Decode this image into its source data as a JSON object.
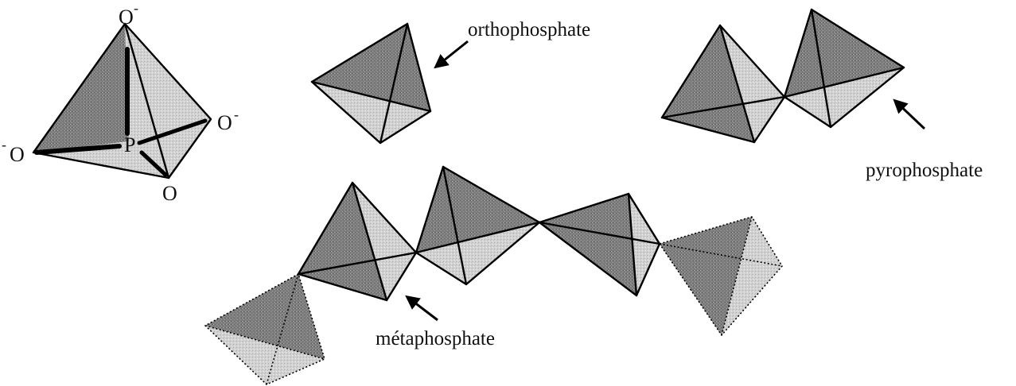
{
  "tetrahedron": {
    "atoms": {
      "top": "O",
      "right": "O",
      "left": "O",
      "bottom": "O",
      "center": "P"
    },
    "charges": {
      "top": "-",
      "right": "-",
      "left": "-"
    }
  },
  "labels": {
    "orthophosphate": "orthophosphate",
    "pyrophosphate": "pyrophosphate",
    "metaphosphate": "métaphosphate"
  },
  "colors": {
    "dark_face": "#7c7c7c",
    "light_face": "#d2d2d2",
    "line": "#000000"
  }
}
